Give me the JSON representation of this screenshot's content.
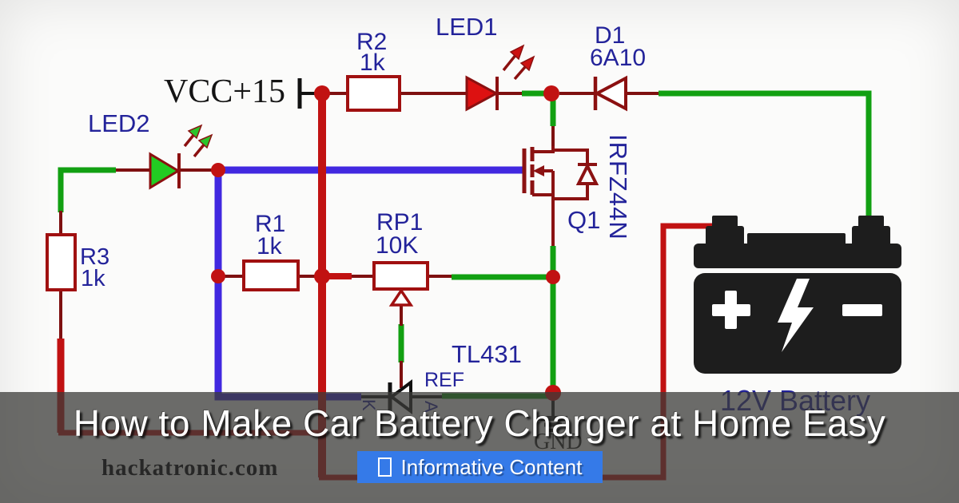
{
  "overlay": {
    "title": "How to Make Car Battery Charger at Home Easy",
    "watermark": "hackatronic.com",
    "badge": {
      "icon": "checkbox-icon",
      "label": "Informative Content"
    }
  },
  "schematic": {
    "power_label": "VCC+15",
    "gnd_label": "GND",
    "led2": {
      "ref": "LED2"
    },
    "led1": {
      "ref": "LED1"
    },
    "r1": {
      "ref": "R1",
      "value": "1k"
    },
    "r2": {
      "ref": "R2",
      "value": "1k"
    },
    "r3": {
      "ref": "R3",
      "value": "1k"
    },
    "rp1": {
      "ref": "RP1",
      "value": "10K"
    },
    "d1": {
      "ref": "D1",
      "value": "6A10"
    },
    "q1": {
      "ref": "Q1",
      "part": "IRFZ44N"
    },
    "tl431": {
      "part": "TL431",
      "pin_ref": "REF",
      "pin_k": "K",
      "pin_a": "A"
    },
    "battery": {
      "label": "12V Battery",
      "plus": "+",
      "minus": "−"
    }
  },
  "colors": {
    "wire_red": "#c11212",
    "wire_dark_red": "#7e1010",
    "wire_green": "#12a012",
    "wire_blue": "#4128e0",
    "label_navy": "#23239a",
    "badge_blue": "#357ae8",
    "overlay_gray": "rgba(59,59,56,0.75)"
  }
}
